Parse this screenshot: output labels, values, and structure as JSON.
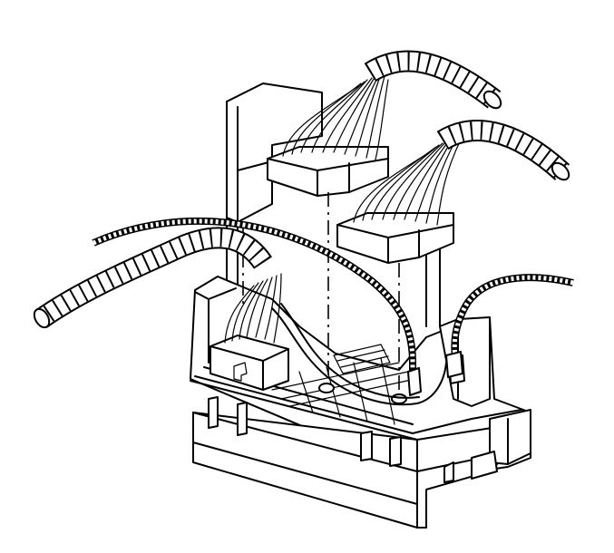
{
  "diagram": {
    "subject": "fuse-relay-center-with-wiring-harness-connectors",
    "line_color": "#000000",
    "background_color": "#ffffff",
    "parts": [
      "fuse-block-housing",
      "harness-connector-upper-left",
      "harness-connector-upper-right",
      "harness-connector-lower-left",
      "harness-convoluted-conduit-top",
      "harness-convoluted-conduit-right",
      "harness-convoluted-conduit-left",
      "twisted-wire-long",
      "twisted-wire-right",
      "mounting-bracket-right"
    ]
  }
}
